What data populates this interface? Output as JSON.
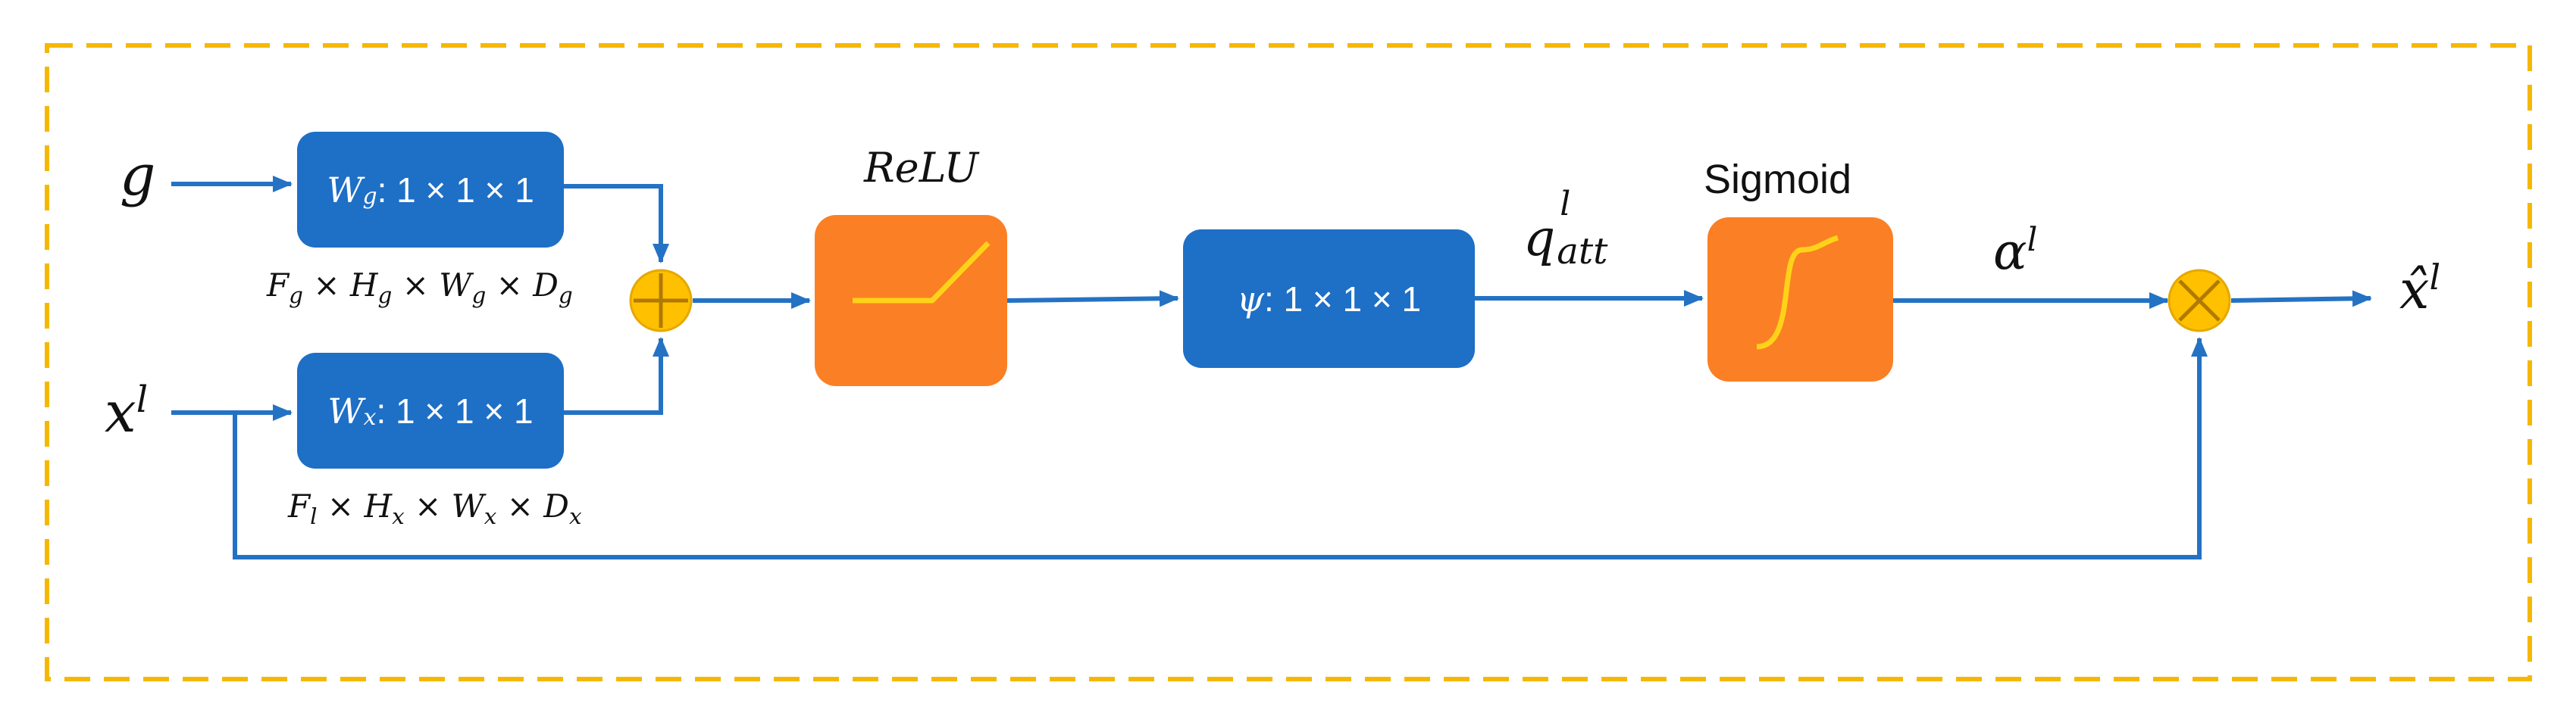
{
  "colors": {
    "frame": "#f5b800",
    "block_blue": "#1e6fc6",
    "block_orange": "#fb7f24",
    "arrow": "#2472c4",
    "junction": "#ffc000",
    "curve": "#ffd21a"
  },
  "inputs": {
    "g": "g",
    "x_base": "x",
    "x_sup": "l"
  },
  "blocks": {
    "wg": {
      "name": "W",
      "sub": "g",
      "rest": ": 1 × 1 × 1"
    },
    "wx": {
      "name": "W",
      "sub": "x",
      "rest": ": 1 × 1 × 1"
    },
    "psi": {
      "name": "ψ",
      "rest": ": 1 × 1 × 1"
    },
    "relu_title": "ReLU",
    "sigmoid_title": "Sigmoid"
  },
  "dims": {
    "g": {
      "f": "F",
      "f_sub": "g",
      "h": "H",
      "h_sub": "g",
      "w": "W",
      "w_sub": "g",
      "d": "D",
      "d_sub": "g",
      "times": "×"
    },
    "x": {
      "f": "F",
      "f_sub": "l",
      "h": "H",
      "h_sub": "x",
      "w": "W",
      "w_sub": "x",
      "d": "D",
      "d_sub": "x",
      "times": "×"
    }
  },
  "signals": {
    "q_base": "q",
    "q_sup": "l",
    "q_sub": "att",
    "alpha_base": "α",
    "alpha_sup": "l",
    "out_base": "x̂",
    "out_sup": "l"
  },
  "junctions": {
    "add": "add",
    "multiply": "multiply"
  }
}
